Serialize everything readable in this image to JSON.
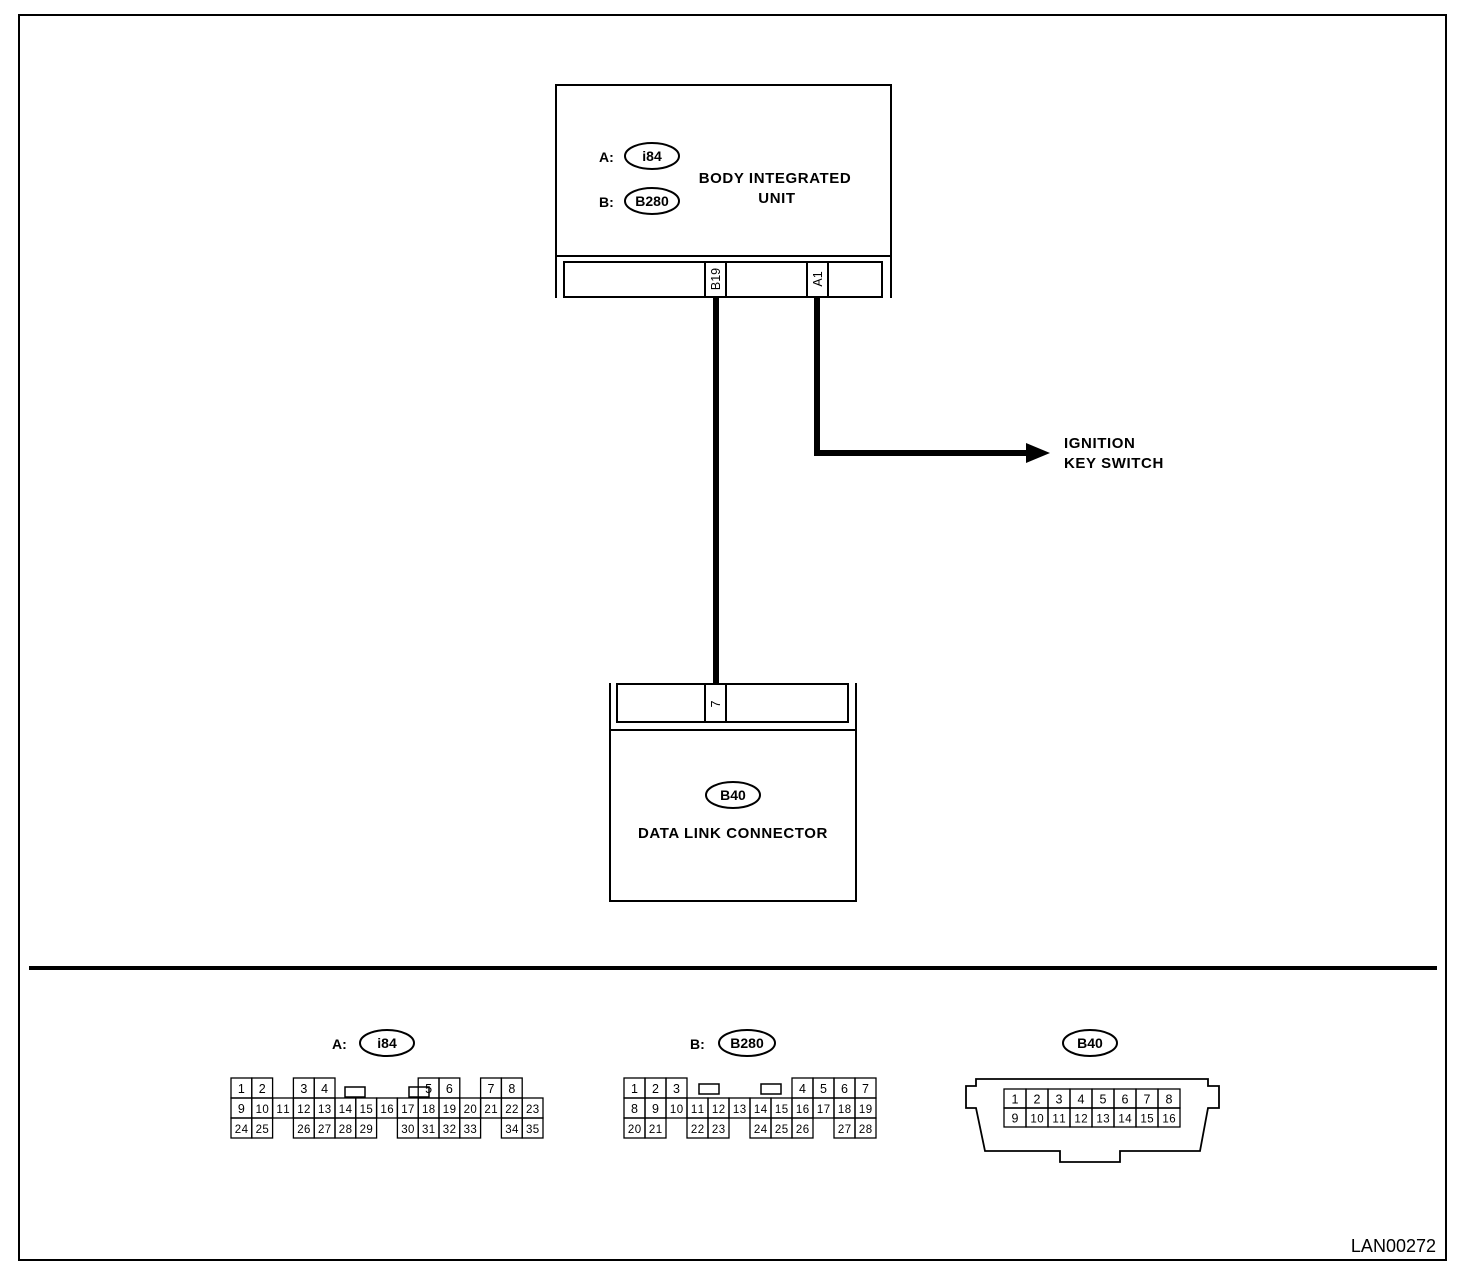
{
  "diagram_code": "LAN00272",
  "body_integrated_unit": {
    "label_line1": "BODY INTEGRATED",
    "label_line2": "UNIT",
    "connectors": [
      {
        "prefix": "A:",
        "id": "i84"
      },
      {
        "prefix": "B:",
        "id": "B280"
      }
    ],
    "terminals": [
      "B19",
      "A1"
    ]
  },
  "ignition_key_switch": {
    "label_line1": "IGNITION",
    "label_line2": "KEY SWITCH"
  },
  "data_link_connector": {
    "connector_id": "B40",
    "label": "DATA LINK CONNECTOR",
    "terminal": "7"
  },
  "connector_views": {
    "a": {
      "prefix": "A:",
      "id": "i84",
      "rows": [
        [
          "1",
          "2",
          "",
          "3",
          "4",
          "",
          "",
          "",
          "",
          "5",
          "6",
          "",
          "7",
          "8"
        ],
        [
          "9",
          "10",
          "11",
          "12",
          "13",
          "14",
          "15",
          "16",
          "17",
          "18",
          "19",
          "20",
          "21",
          "22",
          "23"
        ],
        [
          "24",
          "25",
          "",
          "26",
          "27",
          "28",
          "29",
          "",
          "30",
          "31",
          "32",
          "33",
          "",
          "34",
          "35"
        ]
      ]
    },
    "b": {
      "prefix": "B:",
      "id": "B280",
      "rows": [
        [
          "1",
          "2",
          "3",
          "",
          "",
          "",
          "",
          "",
          "4",
          "5",
          "6",
          "7"
        ],
        [
          "8",
          "9",
          "10",
          "11",
          "12",
          "13",
          "14",
          "15",
          "16",
          "17",
          "18",
          "19"
        ],
        [
          "20",
          "21",
          "",
          "22",
          "23",
          "",
          "24",
          "25",
          "26",
          "",
          "27",
          "28"
        ]
      ]
    },
    "c": {
      "id": "B40",
      "rows": [
        [
          "1",
          "2",
          "3",
          "4",
          "5",
          "6",
          "7",
          "8"
        ],
        [
          "9",
          "10",
          "11",
          "12",
          "13",
          "14",
          "15",
          "16"
        ]
      ]
    }
  }
}
